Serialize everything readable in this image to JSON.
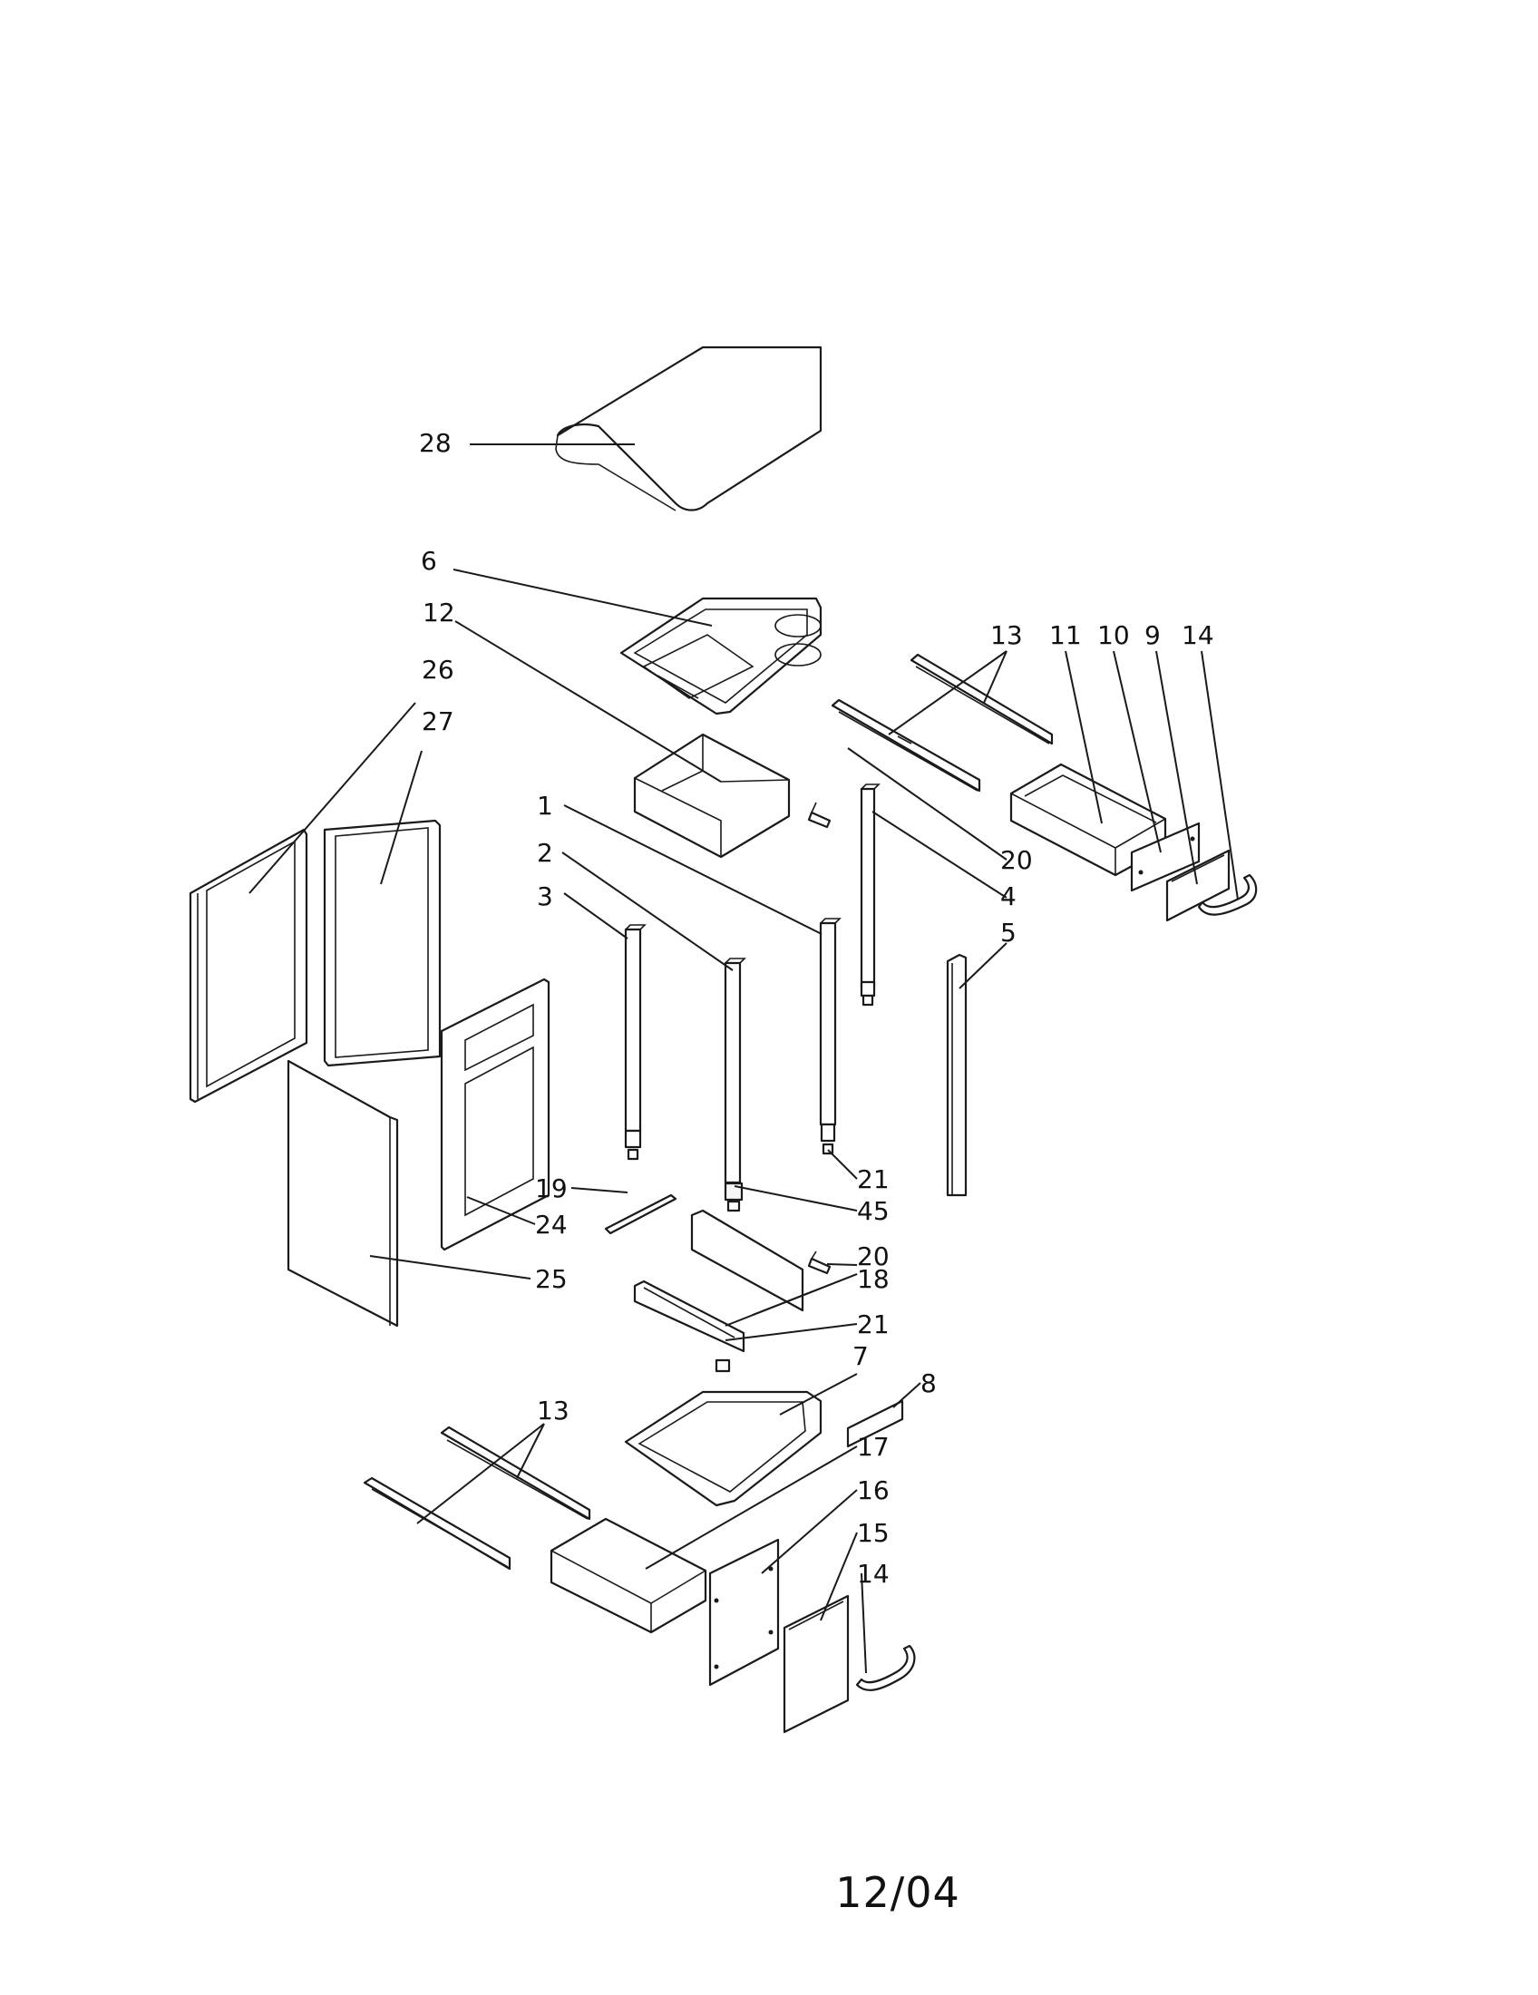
{
  "diagram": {
    "callouts": {
      "c28": "28",
      "c6": "6",
      "c12": "12",
      "c26": "26",
      "c27": "27",
      "c13a": "13",
      "c11": "11",
      "c10": "10",
      "c9": "9",
      "c14a": "14",
      "c20a": "20",
      "c4": "4",
      "c5": "5",
      "c1": "1",
      "c2": "2",
      "c3": "3",
      "c21a": "21",
      "c45": "45",
      "c19": "19",
      "c24": "24",
      "c20b": "20",
      "c18": "18",
      "c25": "25",
      "c21b": "21",
      "c7": "7",
      "c8": "8",
      "c13b": "13",
      "c17": "17",
      "c16": "16",
      "c15": "15",
      "c14b": "14"
    }
  },
  "footer": {
    "date": "12/04"
  }
}
